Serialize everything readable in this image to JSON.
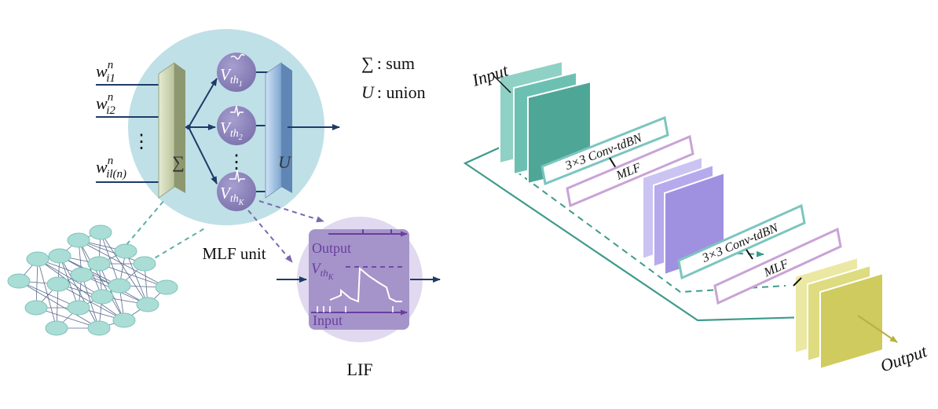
{
  "legend": {
    "sum_symbol": "∑",
    "sum_text": ": sum",
    "union_symbol": "U",
    "union_text": ": union"
  },
  "mlf_unit": {
    "inputs": [
      {
        "base": "w",
        "sub": "i1",
        "sup": "n"
      },
      {
        "base": "w",
        "sub": "i2",
        "sup": "n"
      },
      {
        "base": "w",
        "sub": "il(n)",
        "sup": "n"
      }
    ],
    "dots": "⋮",
    "sum_symbol": "∑",
    "union_symbol": "U",
    "neurons": [
      {
        "base": "V",
        "sub": "th",
        "subsub": "1"
      },
      {
        "base": "V",
        "sub": "th",
        "subsub": "2"
      },
      {
        "base": "V",
        "sub": "th",
        "subsub": "K"
      }
    ],
    "caption": "MLF unit"
  },
  "lif": {
    "output_label": "Output",
    "threshold": {
      "base": "V",
      "sub": "th",
      "subsub": "K"
    },
    "input_label": "Input",
    "caption": "LIF"
  },
  "network": {
    "input_label": "Input",
    "blocks": [
      {
        "conv_label": "3×3 Conv-tdBN",
        "mlf_label": "MLF"
      },
      {
        "conv_label": "3×3 Conv-tdBN",
        "mlf_label": "MLF"
      }
    ],
    "output_label": "Output"
  },
  "colors": {
    "circle_fill": "#bfe0e6",
    "neuron_fill": "#8a83b8",
    "navy": "#1f3a68",
    "teal": "#3e9b8c",
    "teal_stack": "#5fb9aa",
    "purple_stack": "#a99ae6",
    "yellow_stack": "#d9d46a",
    "lif_ring": "#e1d9f0",
    "lif_box": "#a594c9",
    "label_purple": "#6a3ea0"
  }
}
